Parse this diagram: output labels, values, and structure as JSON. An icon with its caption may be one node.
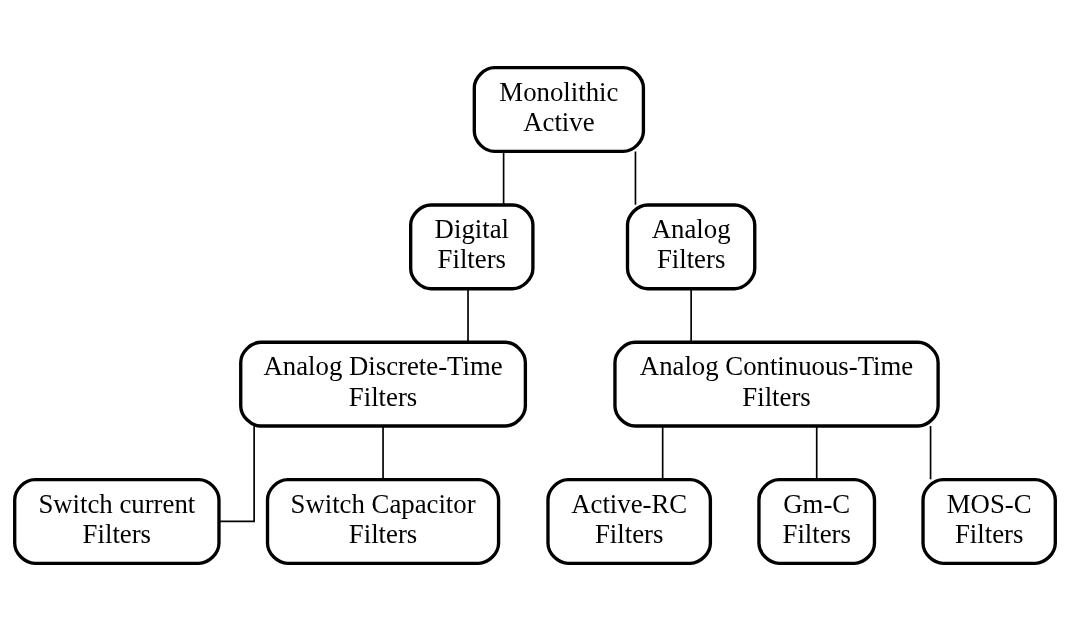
{
  "diagram": {
    "nodes": [
      {
        "text": [
          "Monolithic Active"
        ]
      },
      {
        "text": [
          "Digital Filters"
        ]
      },
      {
        "text": [
          "Analog Filters"
        ]
      },
      {
        "text": [
          "Analog Discrete-Time Filters"
        ]
      },
      {
        "text": [
          "Analog Continuous-Time Filters"
        ]
      },
      {
        "text": [
          "Switch current Filters"
        ]
      },
      {
        "text": [
          "Switch Capacitor Filters"
        ]
      },
      {
        "text": [
          "Active-RC Filters"
        ]
      },
      {
        "text": [
          "Gm-C Filters"
        ]
      },
      {
        "text": [
          "MOS-C Filters"
        ]
      }
    ],
    "edges": [
      {
        "from": 0,
        "to": 1,
        "arrow": "none"
      },
      {
        "from": 0,
        "to": 2,
        "arrow": "none"
      },
      {
        "from": 1,
        "to": 3,
        "arrow": "none"
      },
      {
        "from": 2,
        "to": 4,
        "arrow": "none"
      },
      {
        "from": 3,
        "to": 5,
        "arrow": "none"
      },
      {
        "from": 3,
        "to": 6,
        "arrow": "none"
      },
      {
        "from": 4,
        "to": 7,
        "arrow": "none"
      },
      {
        "from": 4,
        "to": 8,
        "arrow": "none"
      },
      {
        "from": 4,
        "to": 9,
        "arrow": "none"
      }
    ]
  }
}
